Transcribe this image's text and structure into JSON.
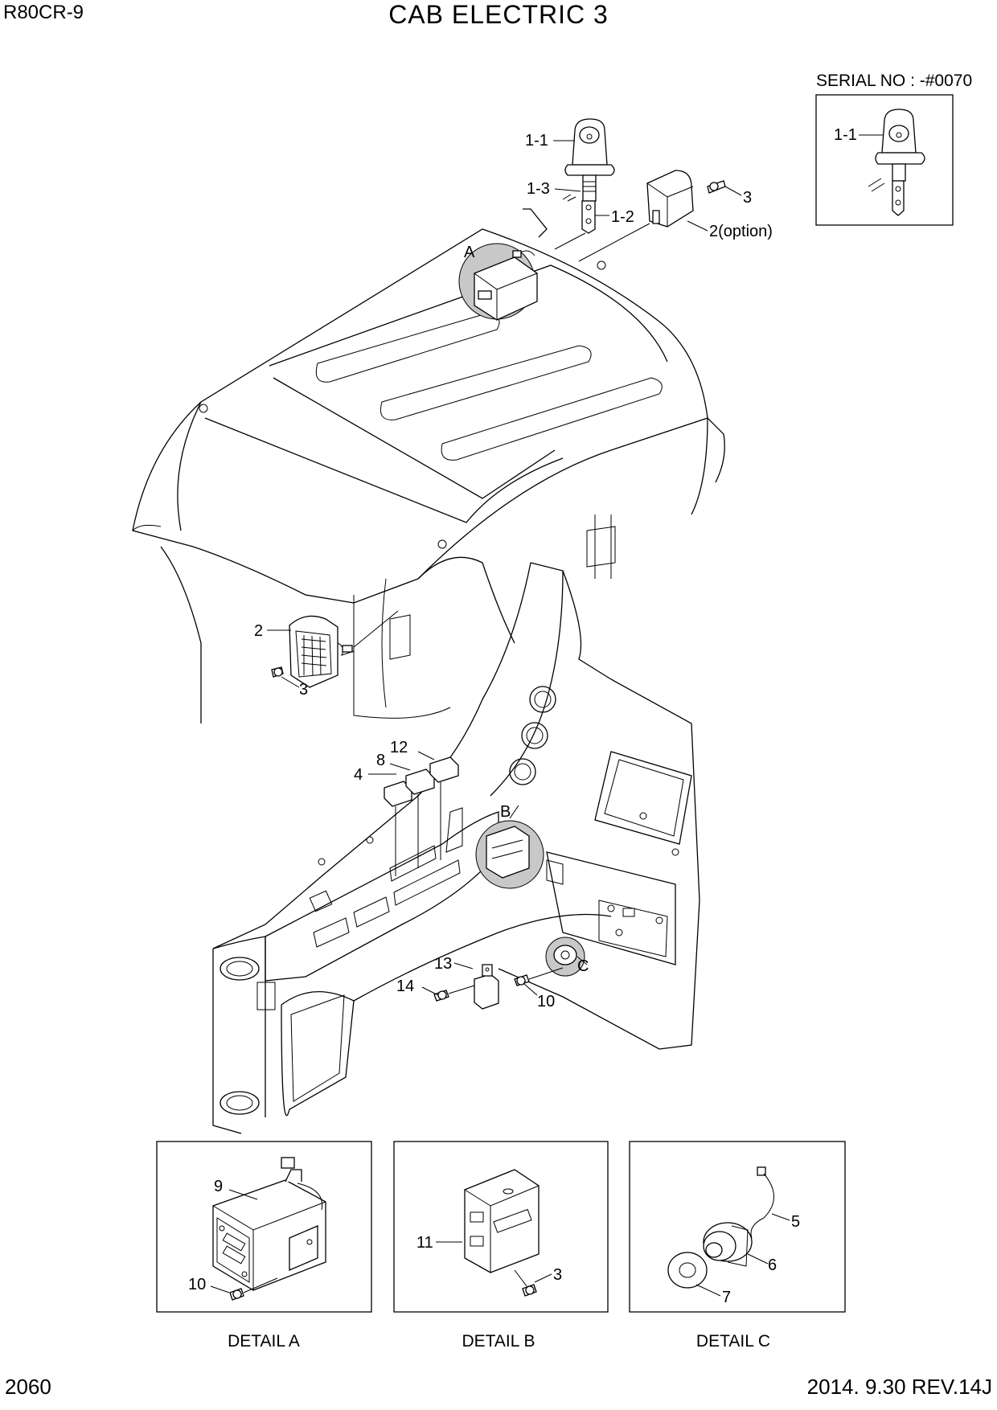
{
  "header": {
    "model": "R80CR-9",
    "title": "CAB ELECTRIC 3"
  },
  "serial_note": "SERIAL NO : -#0070",
  "callouts": {
    "c1_1": "1-1",
    "c1_3": "1-3",
    "c1_2": "1-2",
    "c3_top": "3",
    "c2_option": "2(option)",
    "inset_1_1": "1-1",
    "detail_a_marker": "A",
    "detail_b_marker": "B",
    "detail_c_marker": "C",
    "c2": "2",
    "c3_left": "3",
    "c12": "12",
    "c8": "8",
    "c4": "4",
    "c13": "13",
    "c14": "14",
    "c10": "10",
    "da_9": "9",
    "da_10": "10",
    "db_11": "11",
    "db_3": "3",
    "dc_5": "5",
    "dc_6": "6",
    "dc_7": "7"
  },
  "details": {
    "a_caption": "DETAIL A",
    "b_caption": "DETAIL B",
    "c_caption": "DETAIL C"
  },
  "footer": {
    "page_number": "2060",
    "revision": "2014. 9.30  REV.14J"
  }
}
